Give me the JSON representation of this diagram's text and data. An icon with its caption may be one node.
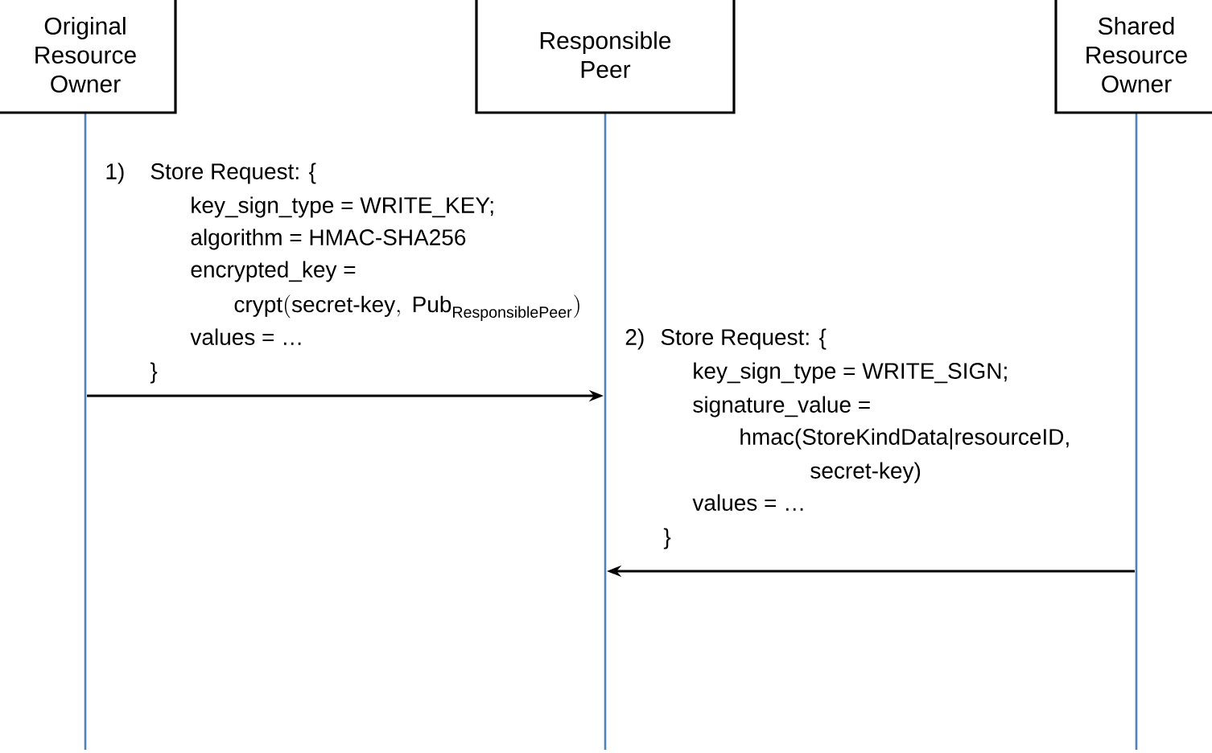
{
  "diagram": {
    "nodes": [
      {
        "text": [
          "Original Resource Owner"
        ]
      },
      {
        "text": [
          "Responsible Peer"
        ]
      },
      {
        "text": [
          "Shared Resource Owner"
        ]
      }
    ],
    "edges": [
      {
        "from": 0,
        "to": 1,
        "arrow": "to"
      },
      {
        "from": 2,
        "to": 1,
        "arrow": "to"
      }
    ],
    "labels": [
      "1)",
      "Store Request: {",
      "key_sign_type = WRITE_KEY;",
      "algorithm = HMAC-SHA256",
      "encrypted_key =",
      "\\mathrm{crypt(secret}\\mbox{-}\\mathrm{key,\\ Pub}_{\\mathrm{ResponsiblePeer}}\\mathrm{)}",
      "values = …",
      "}",
      "2)",
      "Store Request: {",
      "key_sign_type = WRITE_SIGN;",
      "signature_value =",
      "hmac(StoreKindData|resourceID,",
      "secret-key)",
      "values = …",
      "}"
    ]
  }
}
